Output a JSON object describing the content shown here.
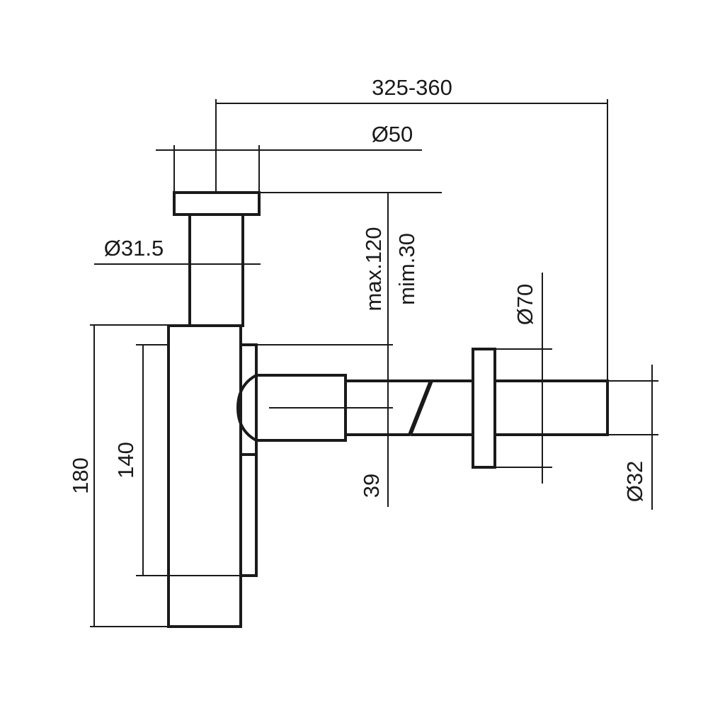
{
  "dimensions": {
    "overall_length": "325-360",
    "top_cap_diameter": "Ø50",
    "inlet_pipe_diameter": "Ø31.5",
    "max_height": "max.120",
    "min_height": "mim.30",
    "flange_diameter": "Ø70",
    "bottle_height": "180",
    "inner_height": "140",
    "outlet_offset": "39",
    "outlet_diameter": "Ø32"
  }
}
